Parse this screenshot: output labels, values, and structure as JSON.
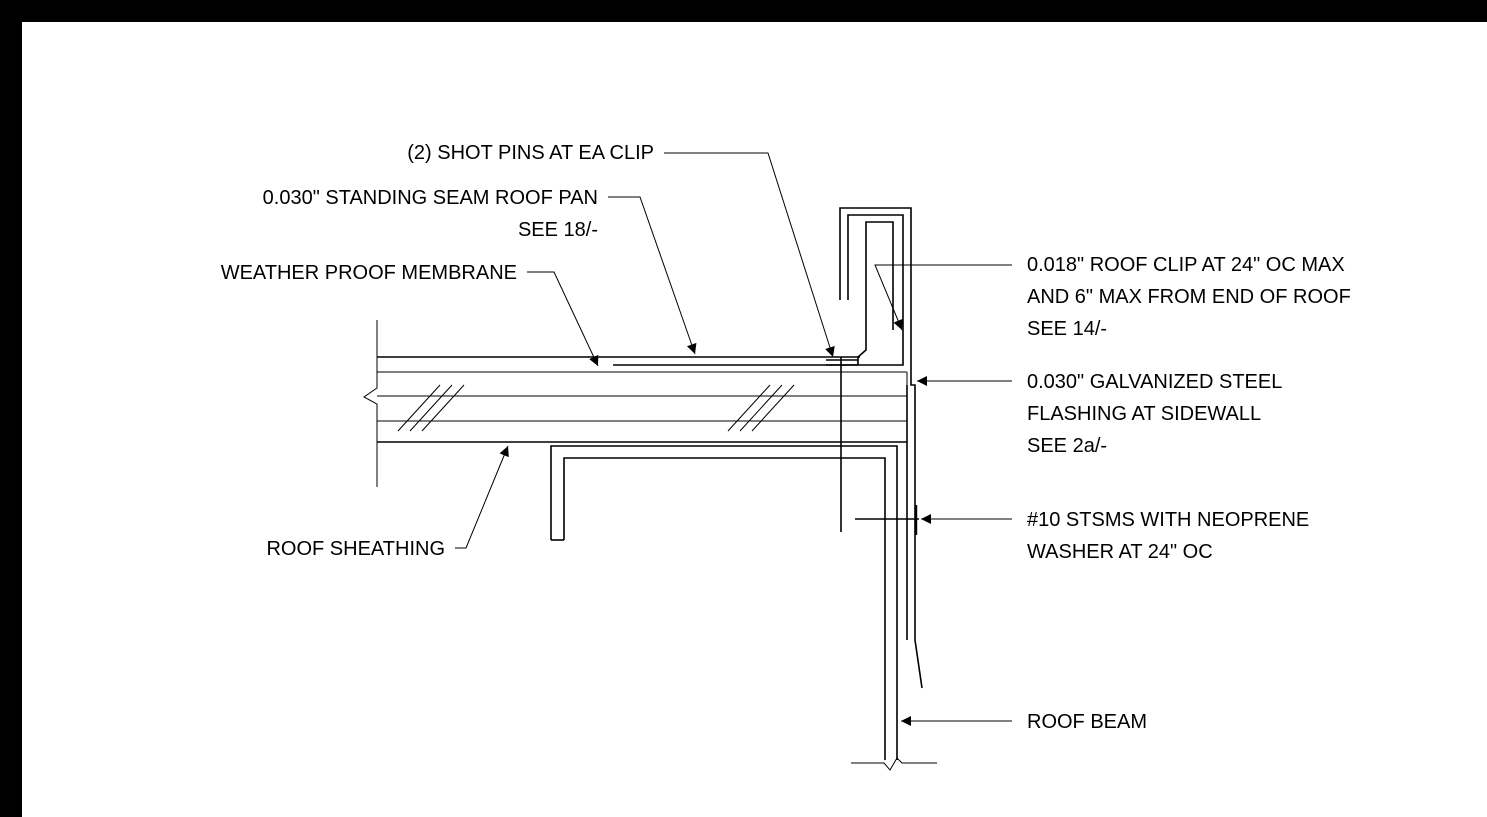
{
  "colors": {
    "border": "#000000",
    "background": "#ffffff",
    "ink": "#000000"
  },
  "labels": {
    "shot_pins": "(2) SHOT PINS AT EA CLIP",
    "roof_pan_line1": "0.030\" STANDING SEAM ROOF PAN",
    "roof_pan_line2": "SEE 18/-",
    "membrane": "WEATHER PROOF MEMBRANE",
    "roof_clip_line1": "0.018\" ROOF CLIP AT 24\" OC MAX",
    "roof_clip_line2": "AND 6\" MAX FROM END OF ROOF",
    "roof_clip_line3": "SEE 14/-",
    "flashing_line1": "0.030\" GALVANIZED STEEL",
    "flashing_line2": "FLASHING AT SIDEWALL",
    "flashing_line3": "SEE 2a/-",
    "stsms_line1": "#10 STSMS WITH NEOPRENE",
    "stsms_line2": "WASHER AT 24\" OC",
    "sheathing": "ROOF SHEATHING",
    "roof_beam": "ROOF BEAM"
  }
}
